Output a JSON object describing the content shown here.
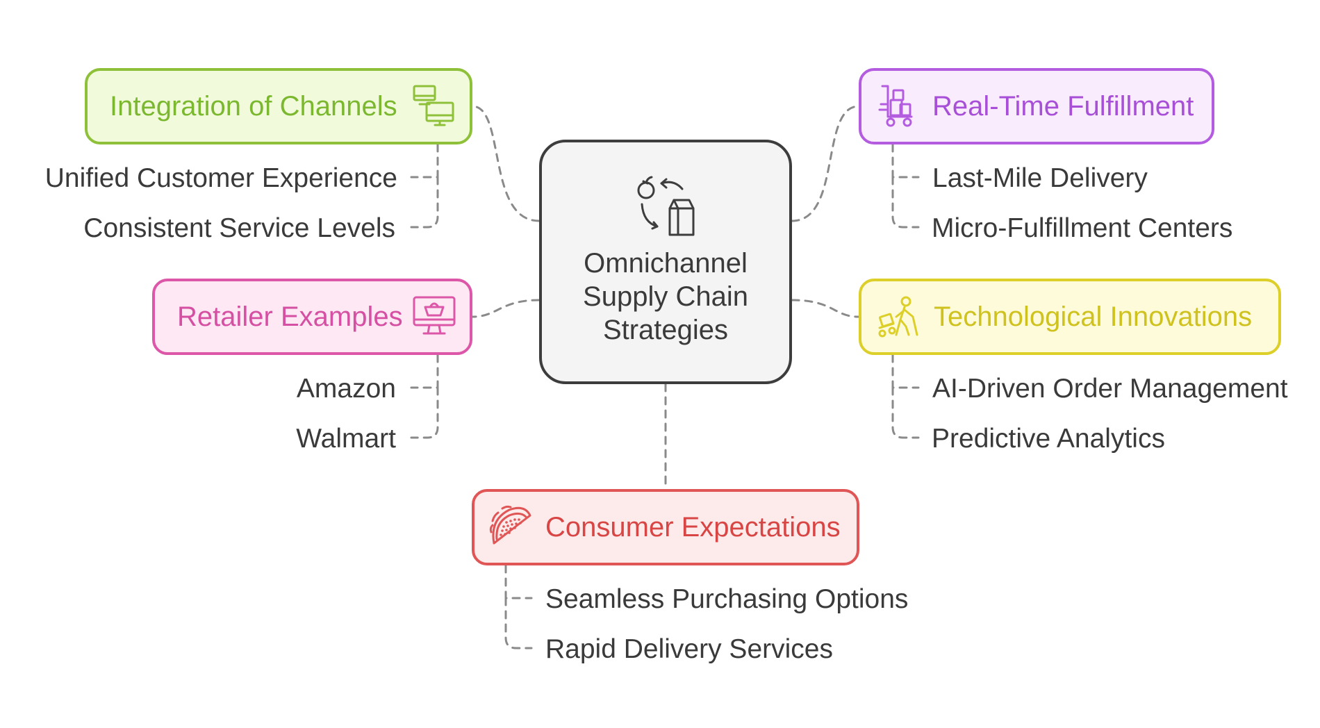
{
  "colors": {
    "integration": "#8fc03a",
    "retailer": "#dc57a8",
    "realtime": "#b35ce0",
    "tech": "#dccf2a",
    "consumer": "#e05555",
    "center_border": "#3d3d3d",
    "connector": "#8a8a8a"
  },
  "center": {
    "title_line1": "Omnichannel",
    "title_line2": "Supply Chain",
    "title_line3": "Strategies",
    "icon": "produce-cycle-icon"
  },
  "nodes": {
    "integration": {
      "label": "Integration of Channels",
      "icon": "multi-device-icon",
      "items": [
        "Unified Customer Experience",
        "Consistent Service Levels"
      ]
    },
    "retailer": {
      "label": "Retailer Examples",
      "icon": "monitor-basket-icon",
      "items": [
        "Amazon",
        "Walmart"
      ]
    },
    "realtime": {
      "label": "Real-Time Fulfillment",
      "icon": "delivery-cart-icon",
      "items": [
        "Last-Mile Delivery",
        "Micro-Fulfillment Centers"
      ]
    },
    "tech": {
      "label": "Technological Innovations",
      "icon": "worker-trolley-icon",
      "items": [
        "AI-Driven Order Management",
        "Predictive Analytics"
      ]
    },
    "consumer": {
      "label": "Consumer Expectations",
      "icon": "taco-icon",
      "items": [
        "Seamless Purchasing Options",
        "Rapid Delivery Services"
      ]
    }
  }
}
